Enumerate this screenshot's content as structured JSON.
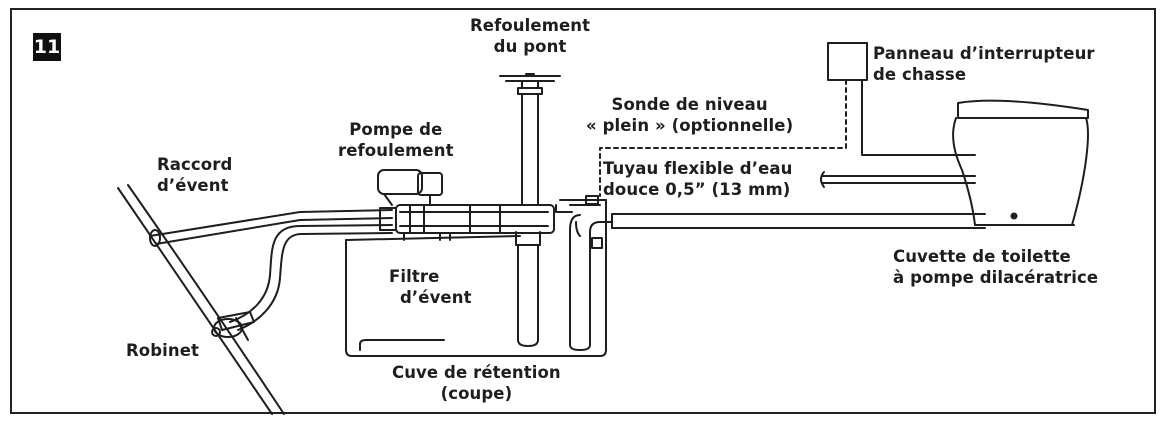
{
  "figure_number": "11",
  "labels": {
    "refoulement_pont": [
      "Refoulement",
      "du pont"
    ],
    "panneau_interrupteur": [
      "Panneau d’interrupteur",
      "de chasse"
    ],
    "sonde_niveau": [
      "Sonde de niveau",
      "« plein » (optionnelle)"
    ],
    "pompe_refoulement": [
      "Pompe de",
      "refoulement"
    ],
    "raccord_event": [
      "Raccord",
      "d’évent"
    ],
    "tuyau_flexible": [
      "Tuyau flexible d’eau",
      "douce 0,5” (13 mm)"
    ],
    "filtre_event": [
      "Filtre",
      "d’évent"
    ],
    "cuvette_toilette": [
      "Cuvette de toilette",
      "à pompe dilacératrice"
    ],
    "robinet": [
      "Robinet"
    ],
    "cuve_retention": [
      "Cuve de rétention",
      "(coupe)"
    ]
  },
  "colors": {
    "line": "#1e1e1e",
    "background": "#ffffff",
    "badge": "#111111"
  }
}
